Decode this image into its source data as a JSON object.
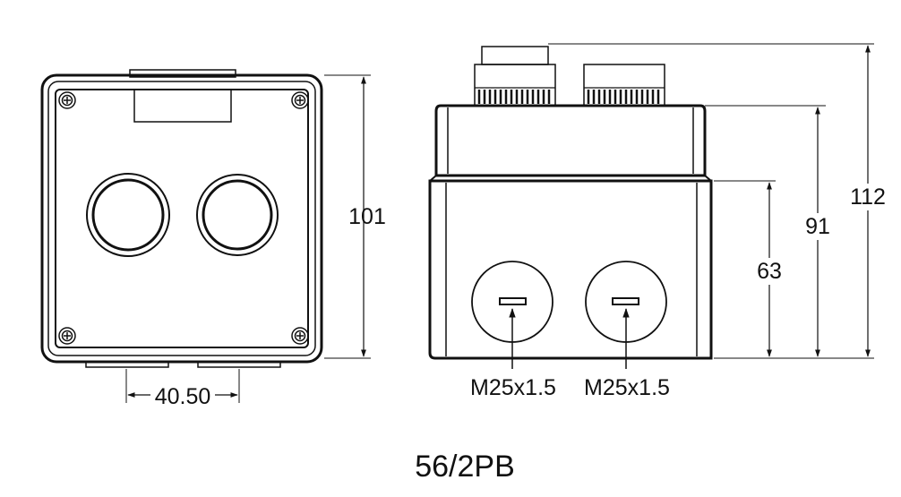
{
  "front_view": {
    "height_dim": "101",
    "pitch_dim": "40.50"
  },
  "side_view": {
    "height_body_dim": "63",
    "height_housing_dim": "91",
    "height_total_dim": "112",
    "gland_left_label": "M25x1.5",
    "gland_right_label": "M25x1.5"
  },
  "model_label": "56/2PB"
}
